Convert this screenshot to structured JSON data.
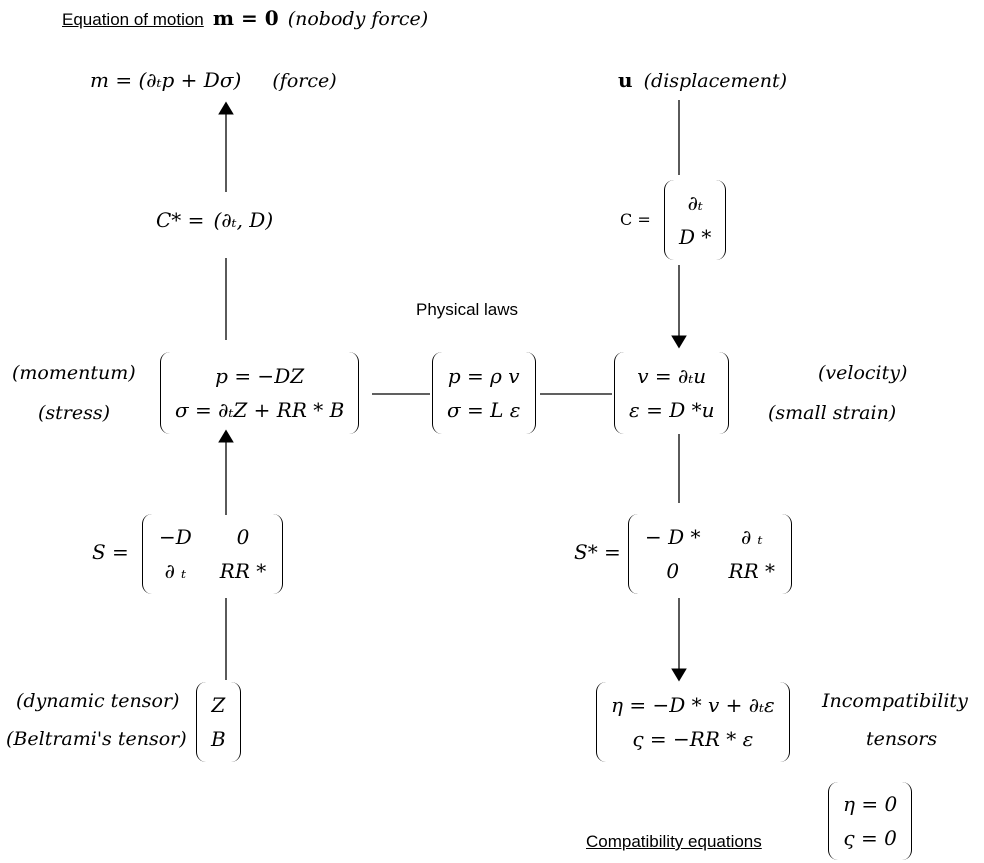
{
  "header": {
    "title_link": "Equation of motion",
    "title_eq": "m = 0",
    "title_note": "(nobody force)"
  },
  "force": {
    "eq": "m = (∂ₜp + Dσ)",
    "label": "(force)"
  },
  "displacement": {
    "eq": "u",
    "label": "(displacement)"
  },
  "cstar": {
    "lhs": "C* =",
    "body": "(∂ₜ, D)"
  },
  "c": {
    "lhs": "C =",
    "rows": [
      "∂ₜ",
      "D *"
    ]
  },
  "physical_laws": "Physical laws",
  "momentum_stress": {
    "label_top": "(momentum)",
    "label_bottom": "(stress)",
    "rows": [
      "p = −DZ",
      "σ = ∂ₜZ + RR * B"
    ]
  },
  "laws_matrix": {
    "rows": [
      "p = ρ v",
      "σ = L ε"
    ]
  },
  "velocity_strain": {
    "rows": [
      "v = ∂ₜu",
      "ε = D *u"
    ],
    "label_top": "(velocity)",
    "label_bottom": "(small strain)"
  },
  "s": {
    "lhs": "S =",
    "cells": [
      "−D",
      "0",
      "∂ ₜ",
      "RR *"
    ]
  },
  "sstar": {
    "lhs": "S* =",
    "cells": [
      "− D *",
      "∂ ₜ",
      "0",
      "RR *"
    ]
  },
  "tensors": {
    "label_top": "(dynamic tensor)",
    "label_bottom": "(Beltrami's tensor)",
    "rows": [
      "Z",
      "B"
    ]
  },
  "incompatibility": {
    "rows": [
      "η = −D * v + ∂ₜε",
      "ς = −RR * ε"
    ],
    "label_top": "Incompatibility",
    "label_bottom": "tensors"
  },
  "compatibility": {
    "link": "Compatibility equations",
    "rows": [
      "η = 0",
      "ς = 0"
    ]
  }
}
